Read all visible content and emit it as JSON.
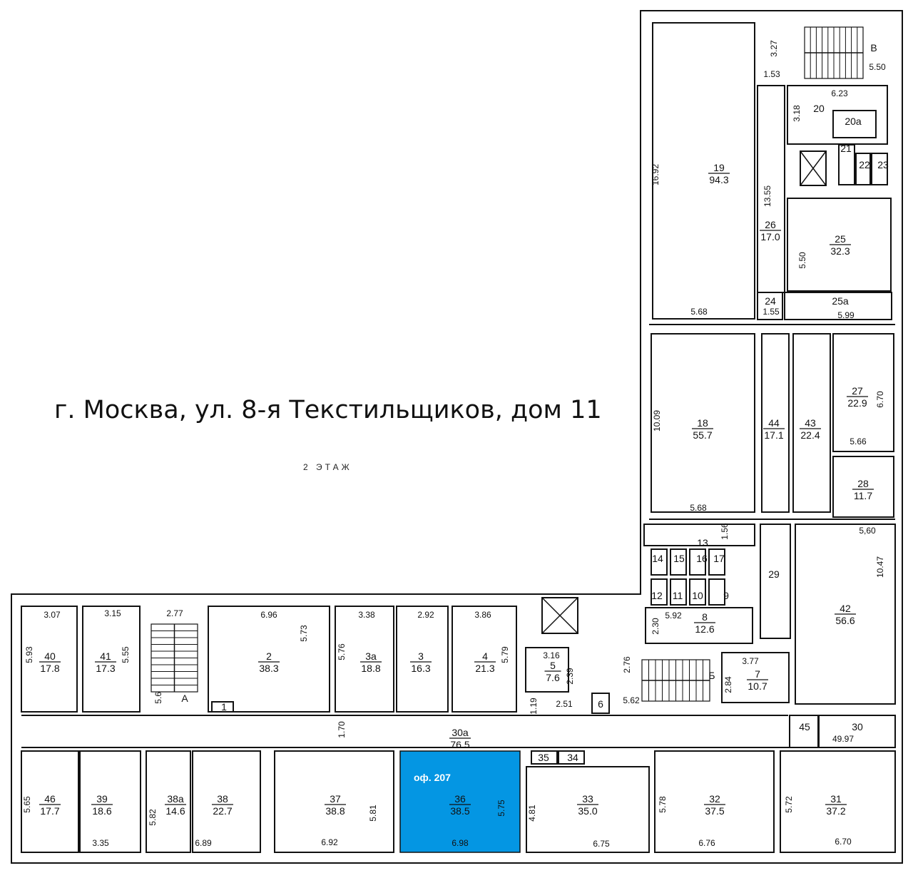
{
  "header": {
    "address": "г. Москва, ул. 8-я Текстильщиков, дом 11",
    "floor": "2 ЭТАЖ"
  },
  "highlight": {
    "office_label": "оф. 207",
    "room": "36",
    "color": "#0496e3"
  },
  "stairs": [
    "A",
    "Б",
    "В"
  ],
  "rooms": [
    {
      "num": "40",
      "area": "17.8"
    },
    {
      "num": "41",
      "area": "17.3"
    },
    {
      "num": "2",
      "area": "38.3"
    },
    {
      "num": "3а",
      "area": "18.8"
    },
    {
      "num": "3",
      "area": "16.3"
    },
    {
      "num": "4",
      "area": "21.3"
    },
    {
      "num": "1"
    },
    {
      "num": "30а",
      "area": "76.5"
    },
    {
      "num": "46",
      "area": "17.7"
    },
    {
      "num": "39",
      "area": "18.6"
    },
    {
      "num": "38а",
      "area": "14.6"
    },
    {
      "num": "38",
      "area": "22.7"
    },
    {
      "num": "37",
      "area": "38.8"
    },
    {
      "num": "36",
      "area": "38.5"
    },
    {
      "num": "35"
    },
    {
      "num": "34"
    },
    {
      "num": "33",
      "area": "35.0"
    },
    {
      "num": "32",
      "area": "37.5"
    },
    {
      "num": "31",
      "area": "37.2"
    },
    {
      "num": "5",
      "area": "7.6"
    },
    {
      "num": "6"
    },
    {
      "num": "7",
      "area": "10.7"
    },
    {
      "num": "45"
    },
    {
      "num": "30"
    },
    {
      "num": "42",
      "area": "56.6"
    },
    {
      "num": "29"
    },
    {
      "num": "13"
    },
    {
      "num": "14"
    },
    {
      "num": "15"
    },
    {
      "num": "16"
    },
    {
      "num": "17"
    },
    {
      "num": "12"
    },
    {
      "num": "11"
    },
    {
      "num": "10"
    },
    {
      "num": "9"
    },
    {
      "num": "8",
      "area": "12.6"
    },
    {
      "num": "18",
      "area": "55.7"
    },
    {
      "num": "44",
      "area": "17.1"
    },
    {
      "num": "43",
      "area": "22.4"
    },
    {
      "num": "27",
      "area": "22.9"
    },
    {
      "num": "28",
      "area": "11.7"
    },
    {
      "num": "19",
      "area": "94.3"
    },
    {
      "num": "26",
      "area": "17.0"
    },
    {
      "num": "20"
    },
    {
      "num": "20а"
    },
    {
      "num": "21"
    },
    {
      "num": "22"
    },
    {
      "num": "23"
    },
    {
      "num": "25",
      "area": "32.3"
    },
    {
      "num": "24"
    },
    {
      "num": "25а"
    }
  ],
  "dimensions": [
    "3.07",
    "5.93",
    "3.15",
    "5.55",
    "2.77",
    "5.63",
    "6.96",
    "5.73",
    "3.38",
    "5.76",
    "2.92",
    "3.86",
    "5.79",
    "1.70",
    "5.65",
    "3.35",
    "5.82",
    "6.89",
    "6.92",
    "5.81",
    "6.98",
    "5.75",
    "4.81",
    "6.75",
    "5.78",
    "6.76",
    "5.72",
    "6.70",
    "49.97",
    "3.16",
    "2.39",
    "1.19",
    "2.51",
    "2.76",
    "5.62",
    "2.84",
    "3.77",
    "2.30",
    "5.92",
    "1.56",
    "5,60",
    "10.47",
    "5.68",
    "10.09",
    "5.66",
    "6.70",
    "5.68",
    "1.55",
    "5.99",
    "5.50",
    "13.55",
    "16.92",
    "3.27",
    "1.53",
    "5.50",
    "6.23",
    "3.18"
  ]
}
